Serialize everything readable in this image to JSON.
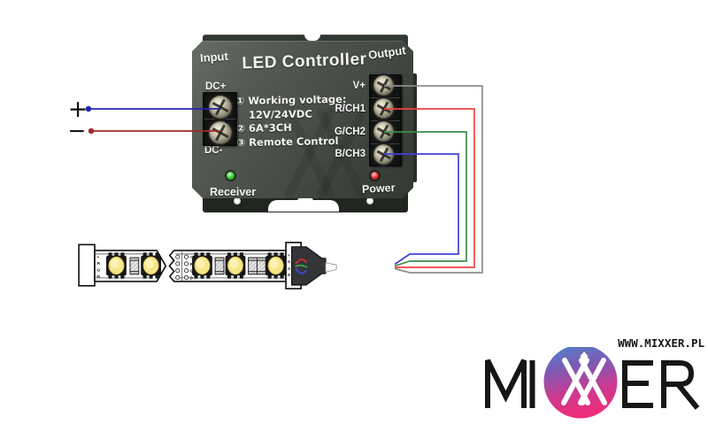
{
  "controller": {
    "title": "LED Controller",
    "input_section_label": "Input",
    "output_section_label": "Output",
    "input_terminals": [
      "DC+",
      "DC-"
    ],
    "output_terminals": [
      "V+",
      "R/CH1",
      "G/CH2",
      "B/CH3"
    ],
    "spec_lines": [
      "① Working voltage:",
      "12V/24VDC",
      "② 6A*3CH",
      "③ Remote Control"
    ],
    "receiver_label": "Receiver",
    "power_label": "Power",
    "receiver_led_color": "#2ecc2e",
    "power_led_color": "#e03030",
    "body_color": "#4a4f49"
  },
  "power_source": {
    "positive_label": "+",
    "negative_label": "−",
    "positive_wire_color": "#2525b5",
    "negative_wire_color": "#a52a2a"
  },
  "wiring": {
    "output_wires": [
      {
        "terminal": "V+",
        "color": "#8d8d8d"
      },
      {
        "terminal": "R/CH1",
        "color": "#ef4343"
      },
      {
        "terminal": "G/CH2",
        "color": "#3d8b4a"
      },
      {
        "terminal": "B/CH3",
        "color": "#4040dd"
      }
    ]
  },
  "led_strip": {
    "pin_labels": [
      "+",
      "R",
      "G",
      "B"
    ],
    "pad_labels": [
      "+",
      "R",
      "G",
      "B"
    ],
    "connector_pad_labels": [
      "+",
      "R",
      "G",
      "B"
    ],
    "led_chip_color": "#f6e687",
    "leds_segment1": 2,
    "leds_segment2": 3
  },
  "logo": {
    "website": "WWW.MIXXER.PL",
    "wordmark": "MIXXER",
    "wordmark_mi": "MI",
    "monogram": "XX",
    "wordmark_er": "ER",
    "circle_gradient_top": "#4f81c9",
    "circle_gradient_bottom": "#ef2c78"
  }
}
